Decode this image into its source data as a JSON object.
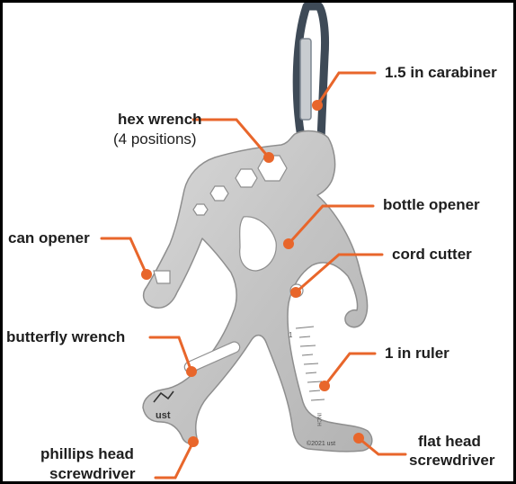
{
  "title": "",
  "labels": {
    "carabiner": "1.5 in carabiner",
    "hex_wrench": "hex wrench",
    "hex_positions": "(4 positions)",
    "bottle_opener": "bottle opener",
    "can_opener": "can opener",
    "cord_cutter": "cord cutter",
    "butterfly_wrench": "butterfly wrench",
    "ruler": "1 in ruler",
    "phillips_line1": "phillips head",
    "phillips_line2": "screwdriver",
    "flathead_line1": "flat head",
    "flathead_line2": "screwdriver"
  },
  "engravings": {
    "brand": "ust",
    "copyright": "©2021 ust",
    "ruler_number": "1",
    "ruler_unit": "INCH"
  },
  "colors": {
    "accent": "#e8662b",
    "steel": "#c9c9c9",
    "steel_edge": "#8e8e8e",
    "carabiner": "#3e4a57",
    "text": "#1e1e1e"
  }
}
